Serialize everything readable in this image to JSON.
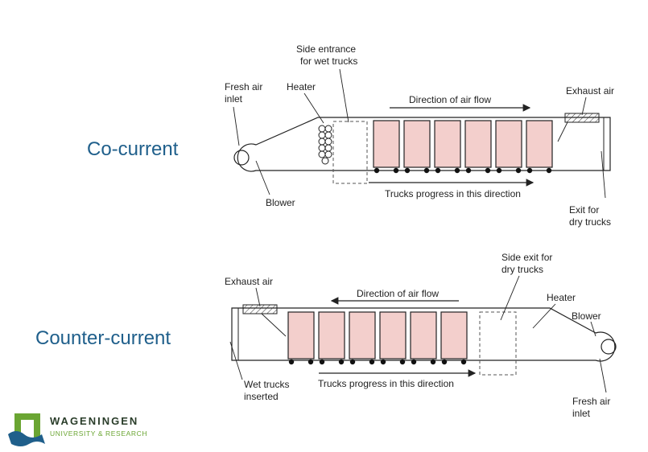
{
  "labels": {
    "co_current": "Co-current",
    "counter_current": "Counter-current"
  },
  "co_current_diagram": {
    "fresh_air_inlet_line1": "Fresh air",
    "fresh_air_inlet_line2": "inlet",
    "heater": "Heater",
    "side_entrance_line1": "Side entrance",
    "side_entrance_line2": "for wet trucks",
    "direction_of_air_flow": "Direction of air flow",
    "exhaust_air": "Exhaust air",
    "blower": "Blower",
    "trucks_progress": "Trucks progress in this direction",
    "exit_line1": "Exit for",
    "exit_line2": "dry trucks",
    "truck_count": 6
  },
  "counter_current_diagram": {
    "exhaust_air": "Exhaust air",
    "side_exit_line1": "Side exit for",
    "side_exit_line2": "dry trucks",
    "direction_of_air_flow": "Direction of air flow",
    "heater": "Heater",
    "blower": "Blower",
    "wet_trucks_line1": "Wet trucks",
    "wet_trucks_line2": "inserted",
    "trucks_progress": "Trucks progress in this direction",
    "fresh_air_inlet_line1": "Fresh air",
    "fresh_air_inlet_line2": "inlet",
    "truck_count": 6
  },
  "logo": {
    "name": "WAGENINGEN",
    "subtitle": "UNIVERSITY & RESEARCH"
  },
  "colors": {
    "truck_fill": "#f3cfcc",
    "label_blue": "#1f5f8b",
    "logo_green": "#6aa532",
    "logo_dark": "#2a3d2a"
  }
}
